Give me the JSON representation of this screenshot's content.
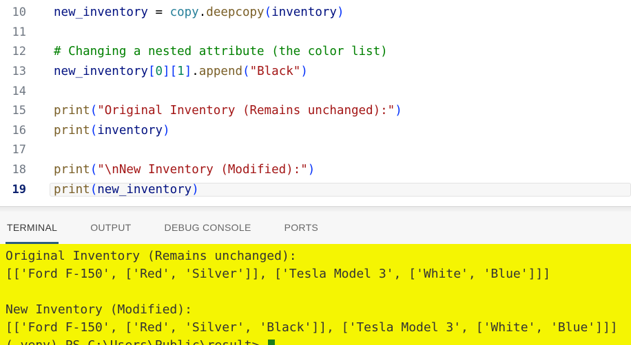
{
  "colors": {
    "editor_background": "#ffffff",
    "line_number": "#6e7681",
    "active_line_number": "#0b216f",
    "active_line_background": "#f7f7f7",
    "token_variable": "#001080",
    "token_module": "#267f99",
    "token_function": "#795e26",
    "token_bracket": "#0431fa",
    "token_number": "#098658",
    "token_comment": "#008000",
    "token_string": "#a31515",
    "panel_background": "#f7f7f7",
    "active_tab_underline": "#2b5c7d",
    "terminal_background": "#f5f502",
    "terminal_foreground": "#333333",
    "terminal_cursor": "#1d7d1d"
  },
  "editor": {
    "lines": [
      {
        "num": "10",
        "tokens": [
          {
            "t": "new_inventory",
            "c": "variable"
          },
          {
            "t": " = ",
            "c": "plain"
          },
          {
            "t": "copy",
            "c": "module"
          },
          {
            "t": ".",
            "c": "plain"
          },
          {
            "t": "deepcopy",
            "c": "function"
          },
          {
            "t": "(",
            "c": "bracket"
          },
          {
            "t": "inventory",
            "c": "variable"
          },
          {
            "t": ")",
            "c": "bracket"
          }
        ]
      },
      {
        "num": "11",
        "tokens": []
      },
      {
        "num": "12",
        "tokens": [
          {
            "t": "# Changing a nested attribute (the color list)",
            "c": "comment"
          }
        ]
      },
      {
        "num": "13",
        "tokens": [
          {
            "t": "new_inventory",
            "c": "variable"
          },
          {
            "t": "[",
            "c": "bracket"
          },
          {
            "t": "0",
            "c": "number"
          },
          {
            "t": "]",
            "c": "bracket"
          },
          {
            "t": "[",
            "c": "bracket"
          },
          {
            "t": "1",
            "c": "number"
          },
          {
            "t": "]",
            "c": "bracket"
          },
          {
            "t": ".",
            "c": "plain"
          },
          {
            "t": "append",
            "c": "function"
          },
          {
            "t": "(",
            "c": "bracket"
          },
          {
            "t": "\"Black\"",
            "c": "string"
          },
          {
            "t": ")",
            "c": "bracket"
          }
        ]
      },
      {
        "num": "14",
        "tokens": []
      },
      {
        "num": "15",
        "tokens": [
          {
            "t": "print",
            "c": "function"
          },
          {
            "t": "(",
            "c": "bracket"
          },
          {
            "t": "\"Original Inventory (Remains unchanged):\"",
            "c": "string"
          },
          {
            "t": ")",
            "c": "bracket"
          }
        ]
      },
      {
        "num": "16",
        "tokens": [
          {
            "t": "print",
            "c": "function"
          },
          {
            "t": "(",
            "c": "bracket"
          },
          {
            "t": "inventory",
            "c": "variable"
          },
          {
            "t": ")",
            "c": "bracket"
          }
        ]
      },
      {
        "num": "17",
        "tokens": []
      },
      {
        "num": "18",
        "tokens": [
          {
            "t": "print",
            "c": "function"
          },
          {
            "t": "(",
            "c": "bracket"
          },
          {
            "t": "\"\\nNew Inventory (Modified):\"",
            "c": "string"
          },
          {
            "t": ")",
            "c": "bracket"
          }
        ]
      },
      {
        "num": "19",
        "active": true,
        "tokens": [
          {
            "t": "print",
            "c": "function"
          },
          {
            "t": "(",
            "c": "bracket"
          },
          {
            "t": "new_inventory",
            "c": "variable"
          },
          {
            "t": ")",
            "c": "bracket"
          }
        ]
      }
    ]
  },
  "panel": {
    "tabs": [
      {
        "label": "TERMINAL",
        "active": true
      },
      {
        "label": "OUTPUT",
        "active": false
      },
      {
        "label": "DEBUG CONSOLE",
        "active": false
      },
      {
        "label": "PORTS",
        "active": false
      }
    ]
  },
  "terminal": {
    "cursor_visible": true,
    "lines": [
      "Original Inventory (Remains unchanged):",
      "[['Ford F-150', ['Red', 'Silver']], ['Tesla Model 3', ['White', 'Blue']]]",
      "",
      "New Inventory (Modified):",
      "[['Ford F-150', ['Red', 'Silver', 'Black']], ['Tesla Model 3', ['White', 'Blue']]]",
      "(.venv) PS C:\\Users\\Public\\result> "
    ]
  }
}
